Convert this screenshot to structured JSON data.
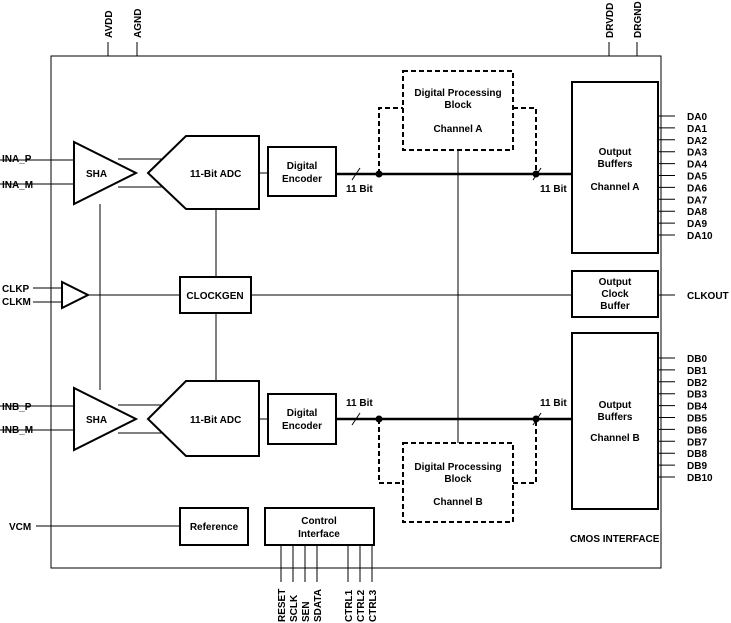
{
  "supply_pins": {
    "avdd": "AVDD",
    "agnd": "AGND",
    "drvdd": "DRVDD",
    "drgnd": "DRGND"
  },
  "inputs": {
    "ina_p": "INA_P",
    "ina_m": "INA_M",
    "clkp": "CLKP",
    "clkm": "CLKM",
    "inb_p": "INB_P",
    "inb_m": "INB_M",
    "vcm": "VCM"
  },
  "blocks": {
    "sha": "SHA",
    "adc": "11-Bit ADC",
    "encoder_line1": "Digital",
    "encoder_line2": "Encoder",
    "clockgen": "CLOCKGEN",
    "reference": "Reference",
    "control_line1": "Control",
    "control_line2": "Interface",
    "dpb_line1": "Digital Processing",
    "dpb_line2": "Block",
    "dpb_channel_a": "Channel A",
    "dpb_channel_b": "Channel B",
    "outbuf_line1": "Output",
    "outbuf_line2": "Buffers",
    "outbuf_channel_a": "Channel A",
    "outbuf_channel_b": "Channel B",
    "clkbuf_line1": "Output",
    "clkbuf_line2": "Clock",
    "clkbuf_line3": "Buffer",
    "cmos": "CMOS INTERFACE"
  },
  "bus_label": "11 Bit",
  "outputs": {
    "da": [
      "DA0",
      "DA1",
      "DA2",
      "DA3",
      "DA4",
      "DA5",
      "DA6",
      "DA7",
      "DA8",
      "DA9",
      "DA10"
    ],
    "db": [
      "DB0",
      "DB1",
      "DB2",
      "DB3",
      "DB4",
      "DB5",
      "DB6",
      "DB7",
      "DB8",
      "DB9",
      "DB10"
    ],
    "clkout": "CLKOUT"
  },
  "control_pins": [
    "RESET",
    "SCLK",
    "SEN",
    "SDATA",
    "CTRL1",
    "CTRL2",
    "CTRL3"
  ]
}
